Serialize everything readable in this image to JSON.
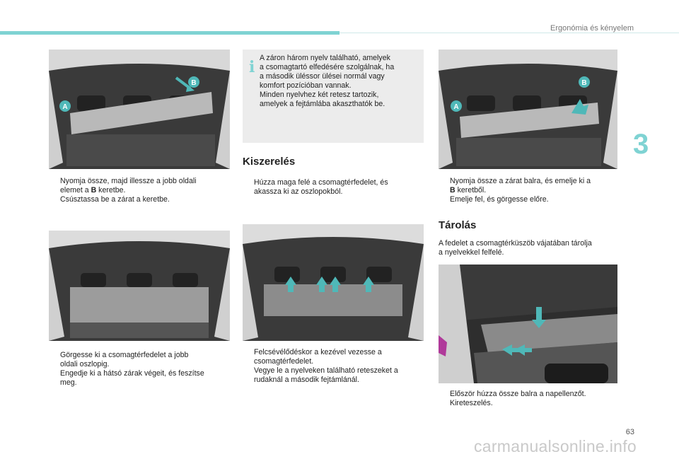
{
  "header": {
    "section_title": "Ergonómia és kényelem",
    "chapter_number": "3"
  },
  "info_box": {
    "icon": "info-icon",
    "lines": [
      "A záron három nyelv található, amelyek",
      "a csomagtartó elfedésére szolgálnak, ha",
      "a második üléssor ülései normál vagy",
      "komfort pozícióban vannak.",
      "Minden nyelvhez két retesz tartozik,",
      "amelyek a fejtámlába akaszthatók be."
    ]
  },
  "photo_labels": {
    "a": "A",
    "b": "B"
  },
  "col1_top_steps": [
    {
      "marker": "",
      "text_before": "Nyomja össze, majd illessze a jobb oldali",
      "line2_before": "elemet a ",
      "bold": "B",
      "line2_after": " keretbe."
    },
    {
      "marker": "",
      "text": "Csúsztassa be a zárat a keretbe."
    }
  ],
  "col1_bottom_steps": [
    {
      "marker": "",
      "lines": [
        "Görgesse ki a csomagtérfedelet a jobb",
        "oldali oszlopig."
      ]
    },
    {
      "marker": "",
      "lines": [
        "Engedje ki a hátsó zárak végeit, és feszítse",
        "meg."
      ]
    }
  ],
  "kiszereles": {
    "title": "Kiszerelés",
    "steps": [
      {
        "marker": "",
        "lines": [
          "Húzza maga felé a csomagtérfedelet, és",
          "akassza ki az oszlopokból."
        ]
      }
    ]
  },
  "col2_bottom_steps": [
    {
      "marker": "",
      "lines": [
        "Felcsévélődéskor a kezével vezesse a",
        "csomagtérfedelet."
      ]
    },
    {
      "marker": "",
      "lines": [
        "Vegye le a nyelveken található reteszeket a",
        "rudaknál a második fejtámlánál."
      ]
    }
  ],
  "col3_top_steps": [
    {
      "marker": "",
      "line1": "Nyomja össze a zárat balra, és emelje ki a",
      "bold": "B",
      "line2_after": " keretből."
    },
    {
      "marker": "",
      "text": "Emelje fel, és görgesse előre."
    }
  ],
  "tarolas": {
    "title": "Tárolás",
    "lines": [
      "A fedelet a csomagtérküszöb vájatában tárolja",
      "a nyelvekkel felfelé."
    ]
  },
  "col3_bottom_steps": [
    {
      "marker": "",
      "text": "Először húzza össze balra a napellenzőt."
    },
    {
      "marker": "",
      "text": "Kireteszelés."
    }
  ],
  "page_number": "63",
  "watermark": "carmanualsonline.info",
  "colors": {
    "accent": "#7fd3d3",
    "arrow": "#4fb8b8"
  }
}
